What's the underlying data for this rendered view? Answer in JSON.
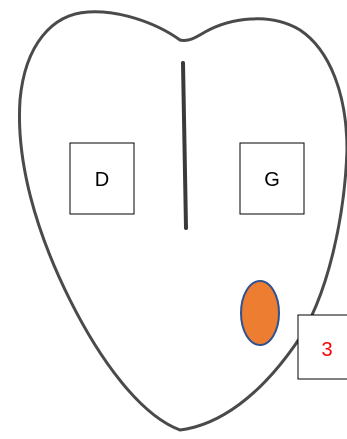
{
  "diagram": {
    "labels": {
      "left": "D",
      "right": "G",
      "marker": "3"
    },
    "colors": {
      "outline": "#4a4a4a",
      "divider": "#3a3a3a",
      "box_border": "#000000",
      "box_text": "#000000",
      "marker_fill": "#ed7d31",
      "marker_stroke": "#2f528f",
      "marker_label": "#ff0000"
    }
  }
}
